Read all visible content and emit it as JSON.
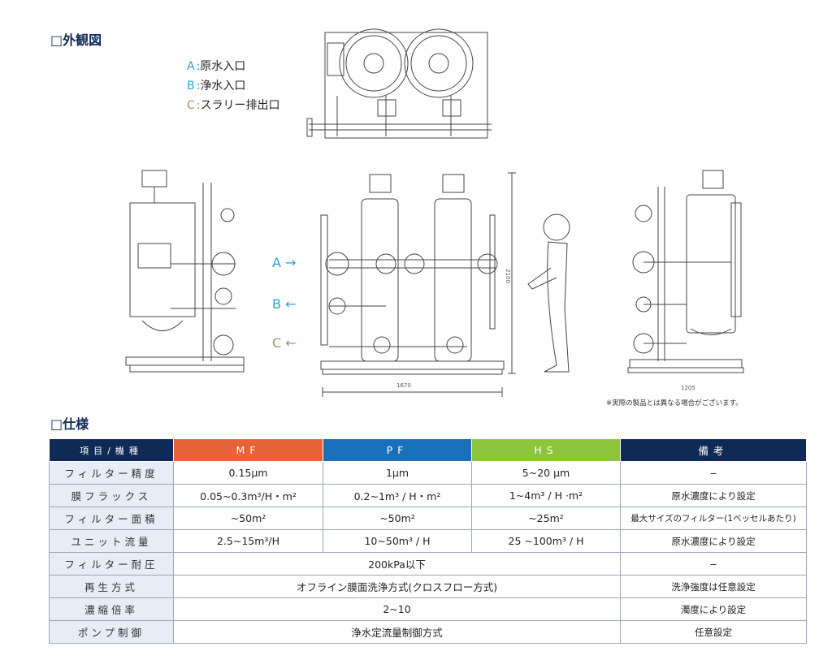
{
  "sections": {
    "appearance": "□外観図",
    "spec": "□仕様"
  },
  "legend": [
    {
      "key": "A",
      "sep": ":",
      "label": "原水入口",
      "color": "#2aa3d4"
    },
    {
      "key": "B",
      "sep": ":",
      "label": "浄水入口",
      "color": "#2aa3d4"
    },
    {
      "key": "C",
      "sep": ":",
      "label": "スラリー排出口",
      "color": "#b08a6a"
    }
  ],
  "ports": {
    "a": "A",
    "b": "B",
    "c": "C"
  },
  "dimensions": {
    "height": "2100",
    "width_front": "1670",
    "width_side": "1205"
  },
  "note": "※実際の製品とは異なる場合がございます。",
  "table": {
    "headers": [
      "項目/機種",
      "MF",
      "PF",
      "HS",
      "備考"
    ],
    "rows": [
      {
        "label": "フィルター精度",
        "mf": "0.15μm",
        "pf": "1μm",
        "hs": "5~20 μm",
        "remark": "−"
      },
      {
        "label": "膜フラックス",
        "mf": "0.05~0.3m³/H・m²",
        "pf": "0.2~1m³ / H・m²",
        "hs": "1~4m³ / H ·m²",
        "remark": "原水濃度により設定"
      },
      {
        "label": "フィルター面積",
        "mf": "~50m²",
        "pf": "~50m²",
        "hs": "~25m²",
        "remark": "最大サイズのフィルター(1ベッセルあたり)"
      },
      {
        "label": "ユニット流量",
        "mf": "2.5~15m³/H",
        "pf": "10~50m³ / H",
        "hs": "25 ~100m³ / H",
        "remark": "原水濃度により設定"
      },
      {
        "label": "フィルター耐圧",
        "all": "200kPa以下",
        "remark": "−"
      },
      {
        "label": "再生方式",
        "all": "オフライン膜面洗浄方式(クロスフロー方式)",
        "remark": "洗浄強度は任意設定"
      },
      {
        "label": "濃縮倍率",
        "all": "2~10",
        "remark": "濁度により設定"
      },
      {
        "label": "ポンプ制御",
        "all": "浄水定流量制御方式",
        "remark": "任意設定"
      }
    ]
  },
  "colors": {
    "navy": "#0f2a56",
    "mf": "#e8623a",
    "pf": "#1a6fba",
    "hs": "#8cc43c",
    "port": "#2aa3d4",
    "slurry": "#b08a6a"
  }
}
